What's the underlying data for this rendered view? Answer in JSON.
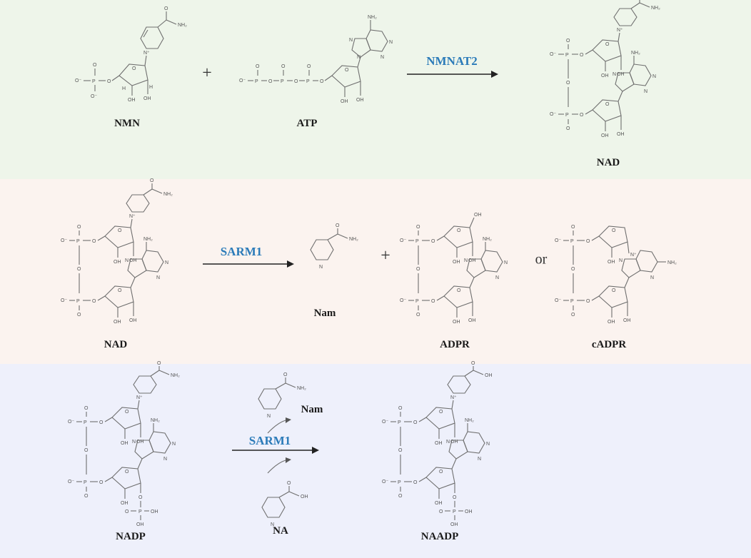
{
  "colors": {
    "panel1": "#eef5ea",
    "panel2": "#fbf3ef",
    "panel3": "#eef0fb",
    "enzyme": "#2b7bb9"
  },
  "reaction1": {
    "substrate1": "NMN",
    "substrate2": "ATP",
    "enzyme": "NMNAT2",
    "product": "NAD",
    "plus": "+"
  },
  "reaction2": {
    "substrate": "NAD",
    "enzyme": "SARM1",
    "product1": "Nam",
    "product2": "ADPR",
    "alt_product": "cADPR",
    "plus": "+",
    "or": "or"
  },
  "reaction3": {
    "substrate": "NADP",
    "enzyme": "SARM1",
    "released": "Nam",
    "incoming": "NA",
    "product": "NAADP"
  },
  "atoms": {
    "amide": "NH₂",
    "amino": "NH₂",
    "oxygen": "O",
    "hydrogen": "H",
    "hydroxyl": "OH",
    "phosphorus": "P",
    "oxide": "O⁻",
    "nitrogen": "N",
    "cation": "N⁺",
    "acid": "OH"
  }
}
